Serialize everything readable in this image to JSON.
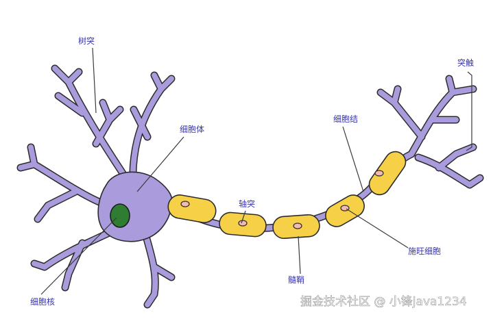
{
  "labels": {
    "dendrite": "树突",
    "cell_body": "细胞体",
    "nucleus": "细胞核",
    "axon": "轴突",
    "node": "细胞结",
    "schwann": "施旺细胞",
    "myelin": "髓鞘",
    "synapse": "突触"
  },
  "watermark": "掘金技术社区 @ 小锋java1234",
  "colors": {
    "neuron_fill": "#a99bdc",
    "outline": "#2b2b2b",
    "myelin_fill": "#f6d046",
    "nucleus_fill": "#2e7d32",
    "cell_nucleus_fill": "#f4b9b1",
    "label_color": "#3a36b0"
  }
}
